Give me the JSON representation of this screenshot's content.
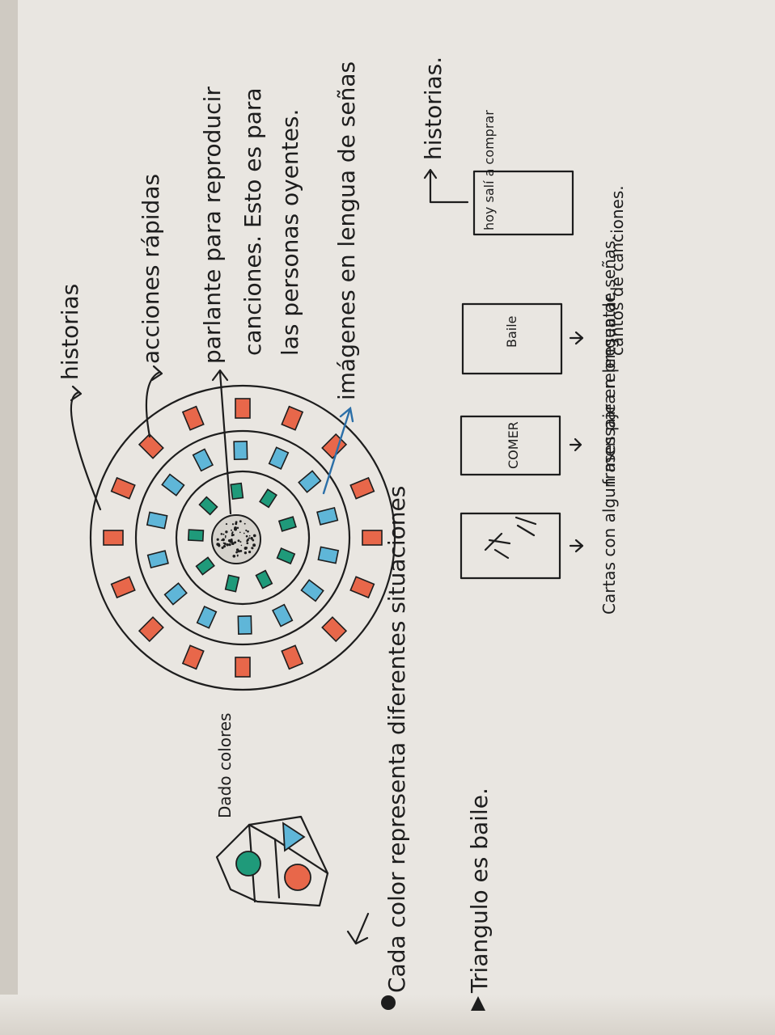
{
  "notes": {
    "dice_title": "Dado colores",
    "note1": "Cada color representa diferentes situaciones",
    "note2": "Triangulo es baile.",
    "historias": "historias",
    "acciones": "acciones rápidas",
    "parlante_1": "parlante para reproducir",
    "parlante_2": "canciones. Esto es para",
    "parlante_3": "las personas oyentes.",
    "imagenes": "imágenes en lengua de señas",
    "cartas_label": "Cartas con algun mensaje en lengua de señas.",
    "frases_label": "frases para representar.",
    "cantos_label": "cantos de canciones.",
    "historias_label": "historias.",
    "card_comer": "COMER",
    "card_baile": "Baile",
    "card_hoy": "hoy salí a comprar"
  },
  "colors": {
    "ink": "#1d1d1d",
    "orange": "#e8674a",
    "teal": "#1f9a7a",
    "blue": "#5fb6d8",
    "arrow_blue": "#2b6fa8"
  },
  "icons": [
    "dice-icon",
    "circle-icon",
    "triangle-icon",
    "hand-sign-icon",
    "speaker-icon"
  ]
}
